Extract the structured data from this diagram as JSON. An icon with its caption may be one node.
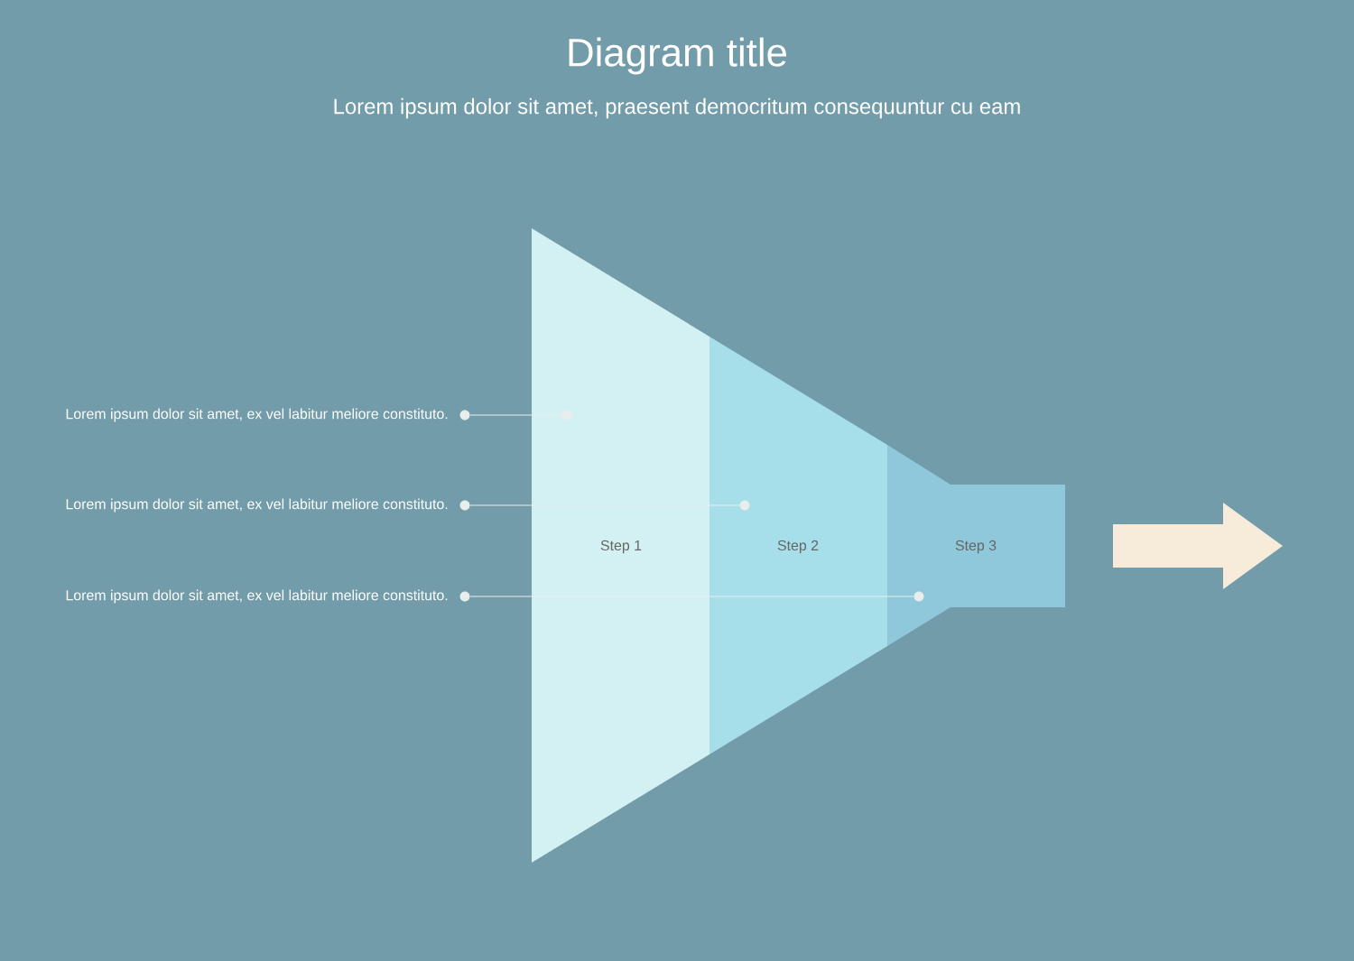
{
  "diagram": {
    "title": "Diagram title",
    "nodes": [
      {
        "text": [
          "Step 1"
        ]
      },
      {
        "text": [
          "Step 2"
        ]
      },
      {
        "text": [
          "Step 3"
        ]
      },
      {
        "text": [
          "Lorem ipsum dolor sit amet, ex vel labitur meliore constituto."
        ]
      },
      {
        "text": [
          "Lorem ipsum dolor sit amet, ex vel labitur meliore constituto."
        ]
      },
      {
        "text": [
          "Lorem ipsum dolor sit amet, ex vel labitur meliore constituto."
        ]
      },
      {
        "text": [],
        "shape": "circle",
        "in": 0
      },
      {
        "text": [],
        "shape": "circle",
        "in": 1
      },
      {
        "text": [],
        "shape": "circle",
        "in": 2
      }
    ],
    "edges": [
      {
        "from": 3,
        "to": 6,
        "arrow": "none"
      },
      {
        "from": 4,
        "to": 7,
        "arrow": "none"
      },
      {
        "from": 5,
        "to": 8,
        "arrow": "none"
      }
    ],
    "labels": [
      "Lorem ipsum dolor sit amet, praesent democritum consequuntur cu eam"
    ]
  }
}
